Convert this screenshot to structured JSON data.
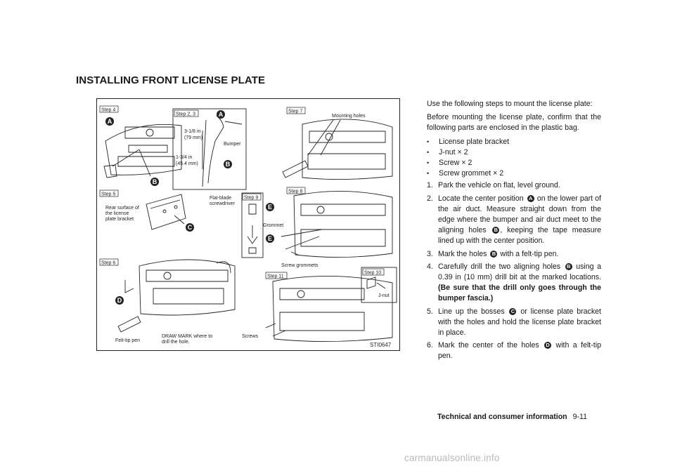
{
  "page": {
    "title": "INSTALLING FRONT LICENSE PLATE"
  },
  "figure": {
    "code": "STI0647",
    "steps": {
      "s4": "Step 4",
      "s23": "Step 2, 3",
      "s5": "Step 5",
      "s9": "Step 9",
      "s6": "Step 6",
      "s7": "Step 7",
      "s8": "Step 8",
      "s11": "Step 11",
      "s10": "Step 10"
    },
    "labels": {
      "m1": "3-1/8 in",
      "m1b": "(79 mm)",
      "m2": "1-3/4 in",
      "m2b": "(45.4 mm)",
      "bumper": "Bumper",
      "rear1": "Rear surface of",
      "rear2": "the license",
      "rear3": "plate bracket",
      "flat1": "Flat-blade",
      "flat2": "screwdriver",
      "grommet": "Grommet",
      "mounting": "Mounting holes",
      "screw_grommets": "Screw grommets",
      "jnut": "J-nut",
      "screws": "Screws",
      "feltpen": "Felt-tip pen",
      "draw1": "DRAW MARK where to",
      "draw2": "drill the hole."
    },
    "markers": {
      "a": "A",
      "b": "B",
      "c": "C",
      "d": "D",
      "e": "E"
    }
  },
  "text": {
    "intro": "Use the following steps to mount the license plate:",
    "before": "Before mounting the license plate, confirm that the following parts are enclosed in the plastic bag.",
    "parts": [
      "License plate bracket",
      "J-nut  × 2",
      "Screw  × 2",
      "Screw grommet  × 2"
    ],
    "step1_num": "1.",
    "step1": "Park the vehicle on flat, level ground.",
    "step2_num": "2.",
    "step2_a": "Locate the center position",
    "step2_b": "on the lower part of the air duct. Measure straight down from the edge where the bumper and air duct meet to the aligning holes",
    "step2_c": ", keeping the tape measure lined up with the center position.",
    "step3_num": "3.",
    "step3_a": "Mark the holes",
    "step3_b": "with a felt-tip pen.",
    "step4_num": "4.",
    "step4_a": "Carefully drill the two aligning holes",
    "step4_b": "using a 0.39 in (10 mm) drill bit at the marked locations.",
    "step4_bold": "(Be sure that the drill only goes through the bumper fascia.)",
    "step5_num": "5.",
    "step5_a": "Line up the bosses",
    "step5_b": "or license plate bracket with the holes and hold the license plate bracket in place.",
    "step6_num": "6.",
    "step6_a": "Mark the center of the holes",
    "step6_b": "with a felt-tip pen.",
    "badges": {
      "a": "A",
      "b": "B",
      "c": "C",
      "d": "D"
    }
  },
  "footer": {
    "section": "Technical and consumer information",
    "page": "9-11"
  },
  "watermark": "carmanualsonline.info"
}
